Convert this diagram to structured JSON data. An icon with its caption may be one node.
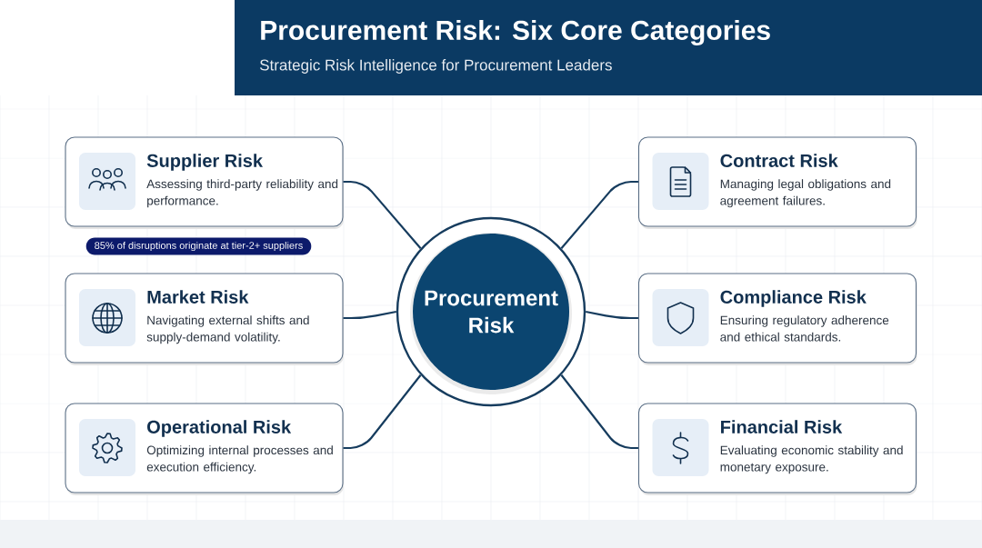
{
  "diagram": {
    "title": "Procurement Risk: Six Core Categories",
    "caption": "Strategic Risk Intelligence for Procurement Leaders",
    "nodes": [
      {
        "text": [
          "Supplier Risk",
          "Assessing third-party reliability and performance."
        ]
      },
      {
        "text": [
          "Contract Risk",
          "Managing legal obligations and agreement failures."
        ]
      },
      {
        "text": [
          "85% of disruptions originate at tier-2+ suppliers"
        ]
      },
      {
        "text": [
          "Procurement Risk"
        ]
      },
      {
        "text": [
          "Market Risk",
          "Navigating external shifts and supply-demand volatility."
        ]
      },
      {
        "text": [
          "Compliance Risk",
          "Ensuring regulatory adherence and ethical standards."
        ]
      },
      {
        "text": [
          "Operational Risk",
          "Optimizing internal processes and execution efficiency."
        ]
      },
      {
        "text": [
          "Financial Risk",
          "Evaluating economic stability and monetary exposure."
        ]
      }
    ],
    "edges": [
      {
        "from": 3,
        "to": 0,
        "arrow": "none"
      },
      {
        "from": 3,
        "to": 1,
        "arrow": "none"
      },
      {
        "from": 3,
        "to": 4,
        "arrow": "none"
      },
      {
        "from": 3,
        "to": 5,
        "arrow": "none"
      },
      {
        "from": 3,
        "to": 6,
        "arrow": "none"
      },
      {
        "from": 3,
        "to": 7,
        "arrow": "none"
      }
    ]
  }
}
